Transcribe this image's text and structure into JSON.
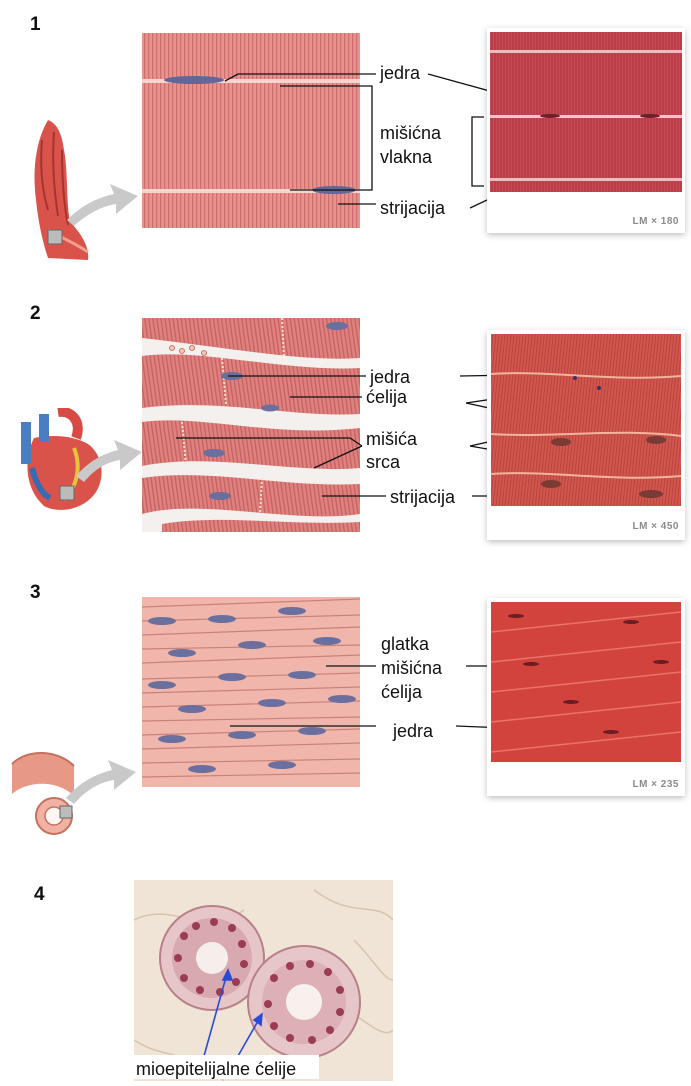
{
  "panels": [
    {
      "number": "1",
      "labels": {
        "nuclei": "jedra",
        "fibers_line1": "mišićna",
        "fibers_line2": "vlakna",
        "striations": "strijacija"
      },
      "micrograph_tag": "LM × 180"
    },
    {
      "number": "2",
      "labels": {
        "nuclei": "jedra",
        "cells_line1": "ćelija",
        "cells_line2": "mišića",
        "cells_line3": "srca",
        "striations": "strijacija"
      },
      "micrograph_tag": "LM × 450"
    },
    {
      "number": "3",
      "labels": {
        "cell_line1": "glatka",
        "cell_line2": "mišićna",
        "cell_line3": "ćelija",
        "nuclei": "jedra"
      },
      "micrograph_tag": "LM × 235"
    },
    {
      "number": "4",
      "labels": {
        "myoepithelial": "mioepitelijalne ćelije"
      }
    }
  ],
  "colors": {
    "muscle_pink": "#e58f8c",
    "muscle_dark": "#cf6e6c",
    "nucleus_blue": "#6a6f9e",
    "micrograph_red": "#c8474a",
    "histology_bg": "#f1e4d6",
    "arrow_blue": "#2a4bd6"
  },
  "icons": [
    "arm-icon",
    "heart-icon",
    "intestine-icon",
    "pointer-arrow-icon"
  ]
}
